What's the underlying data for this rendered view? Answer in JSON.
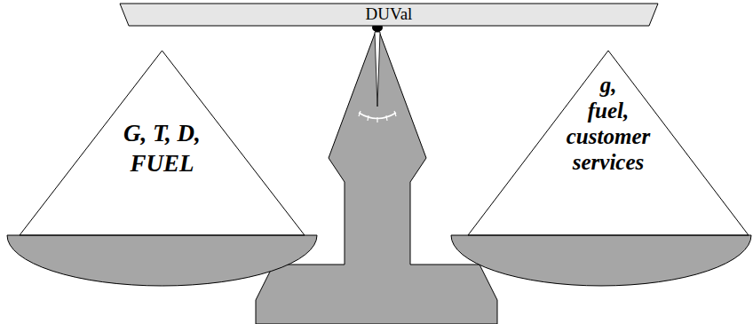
{
  "diagram": {
    "nodes": [
      {
        "text": [
          "DUVal"
        ]
      },
      {
        "text": [
          "G, T, D, FUEL"
        ]
      },
      {
        "text": [
          "g, fuel, customer services"
        ]
      }
    ]
  }
}
